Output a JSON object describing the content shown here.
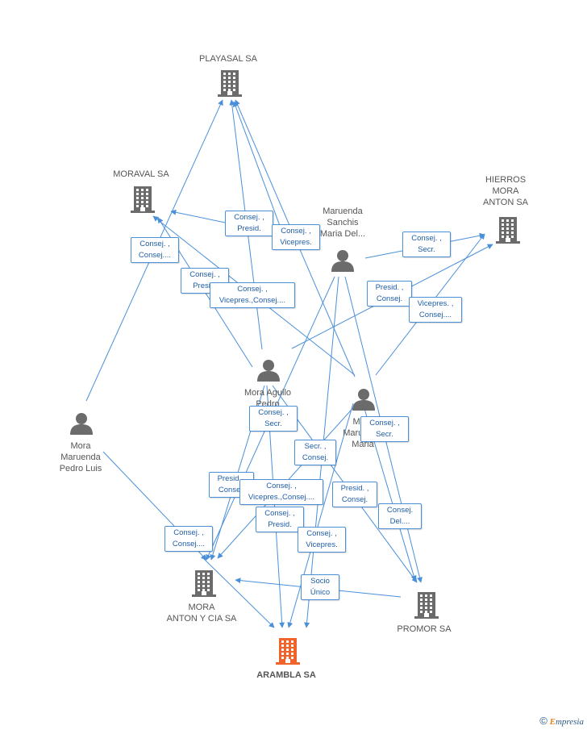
{
  "nodes": {
    "playasal": {
      "label": [
        "PLAYASAL SA"
      ],
      "kind": "company"
    },
    "moraval": {
      "label": [
        "MORAVAL SA"
      ],
      "kind": "company"
    },
    "hierros": {
      "label": [
        "HIERROS",
        "MORA",
        "ANTON SA"
      ],
      "kind": "company"
    },
    "maruenda_sanchis": {
      "label": [
        "Maruenda",
        "Sanchis",
        "Maria Del..."
      ],
      "kind": "person"
    },
    "mora_agullo": {
      "label": [
        "Mora Agullo",
        "Pedro"
      ],
      "kind": "person"
    },
    "mora_maruenda_maria": {
      "label": [
        "Mora",
        "Maruenda",
        "Maria"
      ],
      "kind": "person"
    },
    "mora_maruenda_pedro": {
      "label": [
        "Mora",
        "Maruenda",
        "Pedro Luis"
      ],
      "kind": "person"
    },
    "mora_anton": {
      "label": [
        "MORA",
        "ANTON Y CIA SA"
      ],
      "kind": "company"
    },
    "promor": {
      "label": [
        "PROMOR SA"
      ],
      "kind": "company"
    },
    "arambla": {
      "label": [
        "ARAMBLA SA"
      ],
      "kind": "company-main"
    }
  },
  "edge_labels": [
    [
      "Consej. ,",
      "Presid."
    ],
    [
      "Consej. ,",
      "Vicepres."
    ],
    [
      "Consej. ,",
      "Consej...."
    ],
    [
      "Consej. ,",
      "Presid."
    ],
    [
      "Consej. ,",
      "Vicepres.,Consej...."
    ],
    [
      "Consej. ,",
      "Secr."
    ],
    [
      "Presid. ,",
      "Consej."
    ],
    [
      "Vicepres. ,",
      "Consej...."
    ],
    [
      "Consej. ,",
      "Secr."
    ],
    [
      "Consej. ,",
      "Secr."
    ],
    [
      "Secr. ,",
      "Consej."
    ],
    [
      "Presid. ,",
      "Consej."
    ],
    [
      "Consej. ,",
      "Vicepres.,Consej...."
    ],
    [
      "Presid. ,",
      "Consej."
    ],
    [
      "Consej. ,",
      "Presid."
    ],
    [
      "Consej. ,",
      "Vicepres."
    ],
    [
      "Consej.",
      "Del...."
    ],
    [
      "Consej. ,",
      "Consej...."
    ],
    [
      "Socio",
      "Único"
    ]
  ],
  "colors": {
    "edge": "#4a90d9",
    "node": "#6b6b6b",
    "main": "#f0642c"
  },
  "brand": {
    "copyright": "©",
    "initial": "E",
    "rest": "mpresia"
  }
}
